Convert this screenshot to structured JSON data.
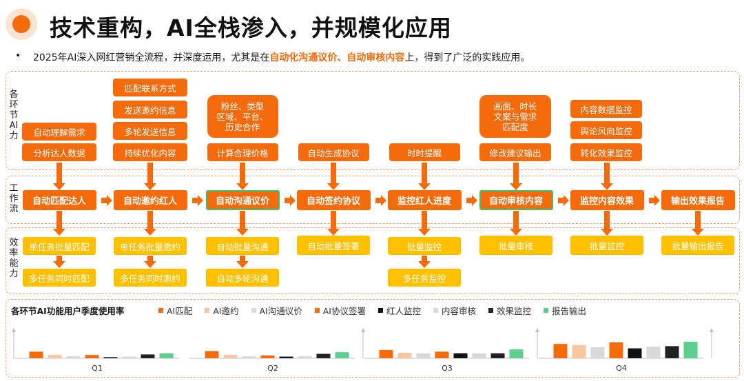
{
  "title": "技术重构，AI全栈渗入，并规模化应用",
  "bullet": "•",
  "subtitle": {
    "pre": "2025年AI深入网红营销全流程，并深度运用，尤其是在",
    "highlight": "自动化沟通议价、自动审核内容",
    "post": "上，得到了广泛的实践应用。"
  },
  "sections": {
    "ai": "各环节AI力",
    "workflow": "工作流",
    "efficiency": "效率能力"
  },
  "ai_boxes": [
    [
      "自动理解需求",
      "分析达人数据"
    ],
    [
      "匹配联系方式",
      "发送邀约信息",
      "多轮发送信息",
      "持续优化内容"
    ],
    [
      "粉丝、类型\n区域、平台、\n历史合作",
      "计算合理价格"
    ],
    [
      "自动生成协议"
    ],
    [
      "时时提醒"
    ],
    [
      "画面、时长\n文案与需求\n匹配度",
      "修改建议输出"
    ],
    [
      "内容数据监控",
      "舆论风向监控",
      "转化效果监控"
    ]
  ],
  "workflow": [
    "自动匹配达人",
    "自动邀约红人",
    "自动沟通议价",
    "自动签约协议",
    "监控红人进度",
    "自动审核内容",
    "监控内容效果",
    "输出效果报告"
  ],
  "efficiency": [
    [
      "单任务批量匹配",
      "多任务同时匹配"
    ],
    [
      "单任务批量邀约",
      "多任务同时邀约"
    ],
    [
      "自动批量沟通",
      "自动多轮沟通"
    ],
    [
      "自动批量签署"
    ],
    [
      "批量监控",
      "多任务监控"
    ],
    [
      "批量审核"
    ],
    [
      "批量监控"
    ],
    [
      "批量输出报告"
    ]
  ],
  "chart_data": {
    "type": "bar",
    "title": "各环节AI功能用户季度使用率",
    "categories": [
      "Q1",
      "Q2",
      "Q3",
      "Q4"
    ],
    "series": [
      {
        "name": "AI匹配",
        "color": "#f56a0a",
        "values": [
          12,
          13,
          15,
          26
        ]
      },
      {
        "name": "AI邀约",
        "color": "#f9c4a0",
        "values": [
          6,
          6,
          10,
          24
        ]
      },
      {
        "name": "AI沟通议价",
        "color": "#d9d9d9",
        "values": [
          4,
          4,
          9,
          20
        ]
      },
      {
        "name": "AI协议签署",
        "color": "#f56a0a",
        "values": [
          6,
          5,
          12,
          29
        ]
      },
      {
        "name": "红人监控",
        "color": "#111111",
        "values": [
          2,
          3,
          9,
          18
        ]
      },
      {
        "name": "内容审核",
        "color": "#d9d9d9",
        "values": [
          3,
          4,
          9,
          21
        ]
      },
      {
        "name": "效果监控",
        "color": "#222222",
        "values": [
          7,
          8,
          9,
          22
        ]
      },
      {
        "name": "报告输出",
        "color": "#5ccf8c",
        "values": [
          9,
          11,
          16,
          30
        ]
      }
    ],
    "ylim": [
      0,
      60
    ],
    "grid": false,
    "legend_position": "top"
  }
}
